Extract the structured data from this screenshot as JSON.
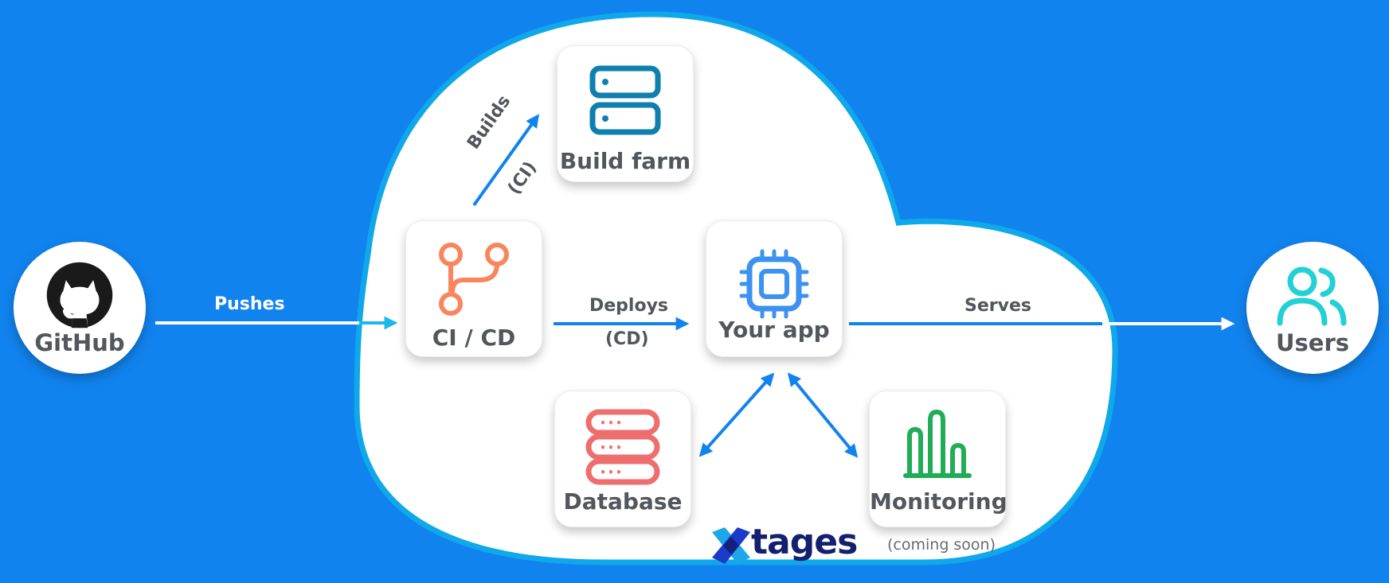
{
  "nodes": {
    "github": "GitHub",
    "users": "Users",
    "cicd": "CI / CD",
    "build_farm": "Build farm",
    "your_app": "Your app",
    "database": "Database",
    "monitoring": "Monitoring"
  },
  "edges": {
    "pushes": "Pushes",
    "builds": "Builds",
    "builds_ci": "(CI)",
    "deploys": "Deploys",
    "deploys_cd": "(CD)",
    "serves": "Serves"
  },
  "notes": {
    "monitoring_status": "(coming soon)"
  },
  "brand": {
    "logo_text": "tages"
  },
  "colors": {
    "background": "#1183EE",
    "cloud": "#ffffff",
    "cloud_border": "#0FA8EA",
    "arrow": "#1183EE",
    "cicd_icon": "#F9855E",
    "build_farm_icon": "#0E7FAE",
    "app_icon": "#3D92EF",
    "database_icon": "#EE6E6E",
    "monitoring_icon": "#21AD57",
    "users_icon": "#22D0D6",
    "label_gray": "#51575d"
  },
  "icons": {
    "github": "github-octocat-icon",
    "cicd": "git-branch-icon",
    "build_farm": "server-stack-icon",
    "your_app": "cpu-chip-icon",
    "database": "database-icon",
    "monitoring": "bar-chart-icon",
    "users": "users-icon",
    "logo": "xtages-logo-icon"
  }
}
